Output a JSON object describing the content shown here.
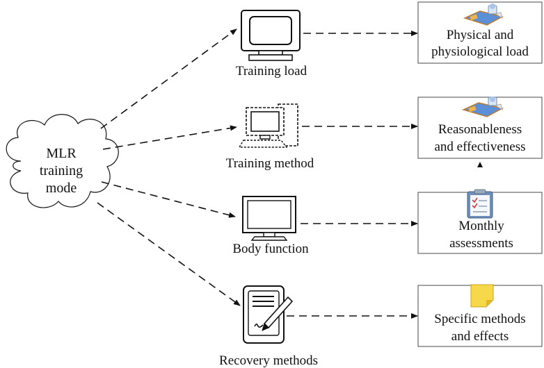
{
  "cloud": {
    "lines": [
      "MLR",
      "training",
      "mode"
    ]
  },
  "nodes": [
    {
      "label": "Training load",
      "icon": "monitor-icon",
      "result": [
        "Physical and",
        "physiological load"
      ],
      "result_icon": "office-desk-icon"
    },
    {
      "label": "Training method",
      "icon": "desktop-computer-icon",
      "result": [
        "Reasonableness",
        "and effectiveness"
      ],
      "result_icon": "office-desk-icon"
    },
    {
      "label": "Body function",
      "icon": "lcd-monitor-icon",
      "result": [
        "Monthly",
        "assessments"
      ],
      "result_icon": "clipboard-checklist-icon"
    },
    {
      "label": "Recovery methods",
      "icon": "tablet-pen-icon",
      "result": [
        "Specific methods",
        "and effects"
      ],
      "result_icon": "sticky-note-icon"
    }
  ],
  "colors": {
    "line": "#111111",
    "box_border": "#666666",
    "note": "#f7d84a",
    "desk": "#5b8fd6"
  }
}
